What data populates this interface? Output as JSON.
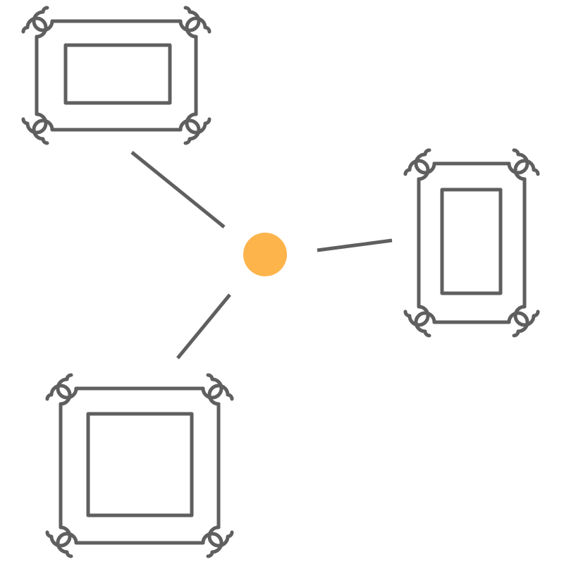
{
  "colors": {
    "frame": "#5f5f5f",
    "connector": "#5f5f5f",
    "hub": "#fdb44b",
    "background": "#ffffff"
  },
  "diagram": {
    "hub": {
      "icon": "orange-dot"
    },
    "frames": [
      {
        "id": "top-left",
        "icon": "ornate-picture-frame-icon",
        "orientation": "landscape"
      },
      {
        "id": "right",
        "icon": "ornate-picture-frame-icon",
        "orientation": "portrait"
      },
      {
        "id": "bottom-left",
        "icon": "ornate-picture-frame-icon",
        "orientation": "square"
      }
    ]
  }
}
